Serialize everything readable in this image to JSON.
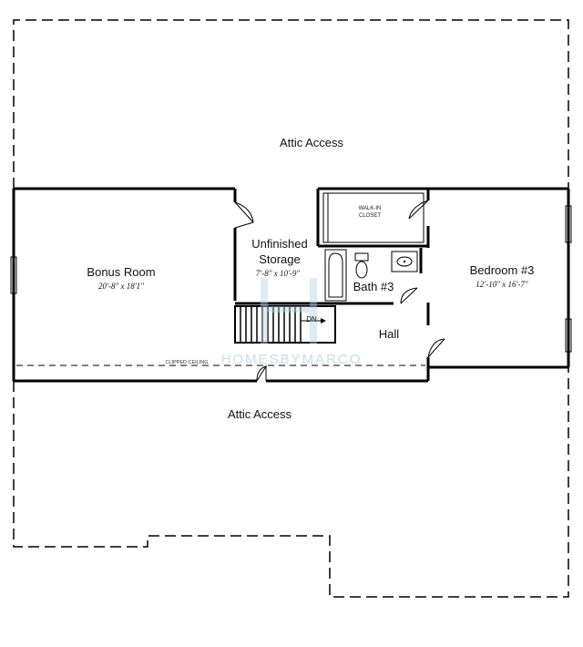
{
  "rooms": {
    "attic_top": "Attic Access",
    "attic_bottom": "Attic Access",
    "bonus_room": {
      "name": "Bonus Room",
      "dims": "20'-8\" x 18'1\""
    },
    "unfinished_storage": {
      "name_line1": "Unfinished",
      "name_line2": "Storage",
      "dims": "7'-8\" x 10'-9\""
    },
    "walk_in_closet": {
      "line1": "WALK-IN",
      "line2": "CLOSET"
    },
    "bath": "Bath #3",
    "bedroom": {
      "name": "Bedroom #3",
      "dims": "12'-10\" x 16'-7\""
    },
    "hall": "Hall"
  },
  "stair_label": "DN",
  "ceiling_note": "CLIPPED CEILING",
  "watermark": "HOMESBYMARCO"
}
